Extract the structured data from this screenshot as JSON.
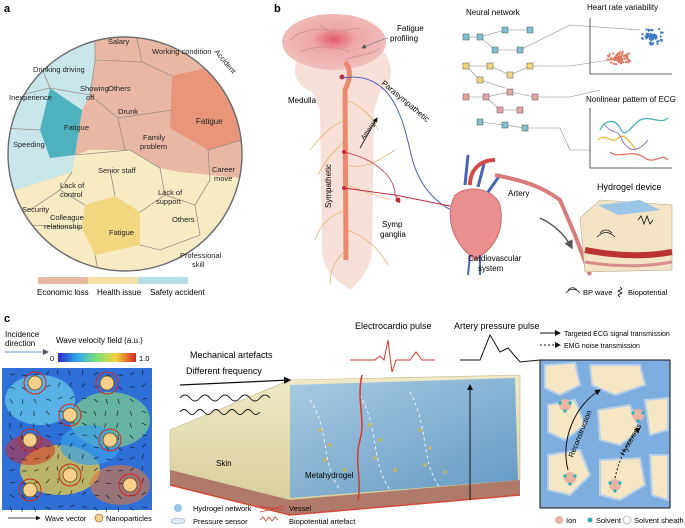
{
  "panels": {
    "a": "a",
    "b": "b",
    "c": "c"
  },
  "panel_a": {
    "voronoi_labels": {
      "salary": "Salary",
      "working_condition": "Working condition",
      "accident": "Accident",
      "others_top": "Others",
      "drunk": "Drunk",
      "family_problem_1": "Family",
      "family_problem_2": "problem",
      "fatigue_big": "Fatigue",
      "career_move_1": "Career",
      "career_move_2": "move",
      "drinking_driving": "Drinking driving",
      "showing_off_1": "Showing",
      "showing_off_2": "off",
      "inexperience": "Inexperience",
      "fatigue_teal": "Fatigue",
      "speeding": "Speeding",
      "senior_staff": "Senior staff",
      "lack_control_1": "Lack of",
      "lack_control_2": "control",
      "lack_support_1": "Lack of",
      "lack_support_2": "support",
      "security": "Security",
      "colleague_1": "Colleague",
      "colleague_2": "relationship",
      "others_bottom": "Others",
      "fatigue_yellow": "Fatigue",
      "professional_1": "Professional",
      "professional_2": "skill"
    },
    "legend": [
      {
        "label": "Economic loss",
        "color": "#e9b8a4"
      },
      {
        "label": "Health issue",
        "color": "#f5e3a6"
      },
      {
        "label": "Safety accident",
        "color": "#b5dfe3"
      }
    ]
  },
  "panel_b": {
    "fatigue_1": "Fatigue",
    "fatigue_2": "profiling",
    "neural_network": "Neural network",
    "hrv": "Heart rate variability",
    "ecg_pattern": "Nonlinear pattern of ECG",
    "medulla": "Medulla",
    "parasympathetic": "Parasympathetic",
    "amergic": "Amergic",
    "sympathetic": "Sympathetic",
    "symp_1": "Symp",
    "symp_2": "ganglia",
    "artery": "Artery",
    "cardio_1": "Cardiovascular",
    "cardio_2": "system",
    "hydrogel_device": "Hydrogel device",
    "bp_wave": "BP wave",
    "biopotential": "Biopotential"
  },
  "panel_c": {
    "incidence_1": "Incidence",
    "incidence_2": "direction",
    "wave_field": "Wave velocity field (a.u.)",
    "scale_min": "0",
    "scale_max": "1.0",
    "wave_vector": "Wave vector",
    "nanoparticles": "Nanoparticles",
    "electrocardio_pulse": "Electrocardio pulse",
    "artery_pulse": "Artery pressure pulse",
    "mech_artefacts": "Mechanical artefacts",
    "diff_freq": "Different frequency",
    "skin": "Skin",
    "metahydrogel": "Metahydrogel",
    "hydrogel_network": "Hydrogel network",
    "vessel": "Vessel",
    "pressure_sensor": "Pressure sensor",
    "bio_artefact": "Biopotential artefact",
    "targeted": "Targeted ECG signal transmission",
    "emg_noise": "EMG noise transmission",
    "reconstruction": "Reconstruction",
    "hysteresis": "Hysteresis",
    "ion": "Ion",
    "solvent": "Solvent",
    "solvent_sheath": "Solvent sheath"
  }
}
